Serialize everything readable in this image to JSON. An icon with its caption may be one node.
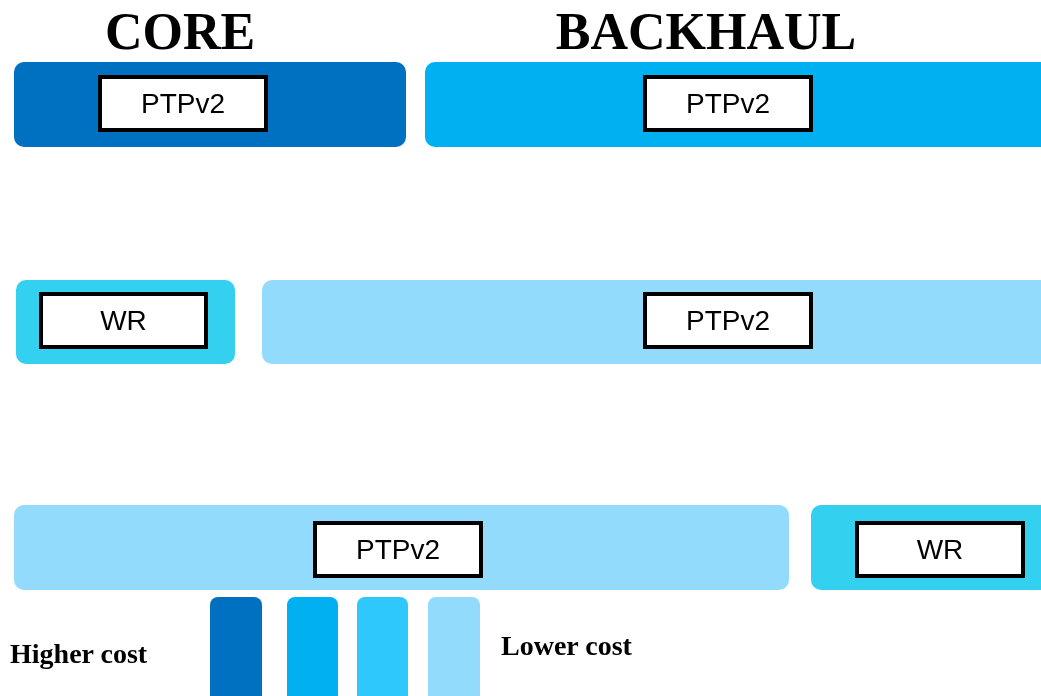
{
  "diagram": {
    "nodes": [
      {
        "text": [],
        "shape": "bar"
      },
      {
        "text": [
          "PTPv2"
        ],
        "in": 0
      },
      {
        "text": [],
        "shape": "bar"
      },
      {
        "text": [
          "PTPv2"
        ],
        "in": 2
      },
      {
        "text": [],
        "shape": "bar"
      },
      {
        "text": [
          "WR"
        ],
        "in": 4
      },
      {
        "text": [],
        "shape": "bar"
      },
      {
        "text": [
          "PTPv2"
        ],
        "in": 6
      },
      {
        "text": [],
        "shape": "bar"
      },
      {
        "text": [
          "PTPv2"
        ],
        "in": 8
      },
      {
        "text": [],
        "shape": "bar"
      },
      {
        "text": [
          "WR"
        ],
        "in": 10
      },
      {
        "text": [],
        "shape": "bar"
      },
      {
        "text": [],
        "shape": "bar"
      },
      {
        "text": [],
        "shape": "bar"
      },
      {
        "text": [],
        "shape": "bar"
      }
    ],
    "edges": [],
    "labels": [
      "CORE",
      "BACKHAUL",
      "Higher cost",
      "Lower cost"
    ]
  }
}
